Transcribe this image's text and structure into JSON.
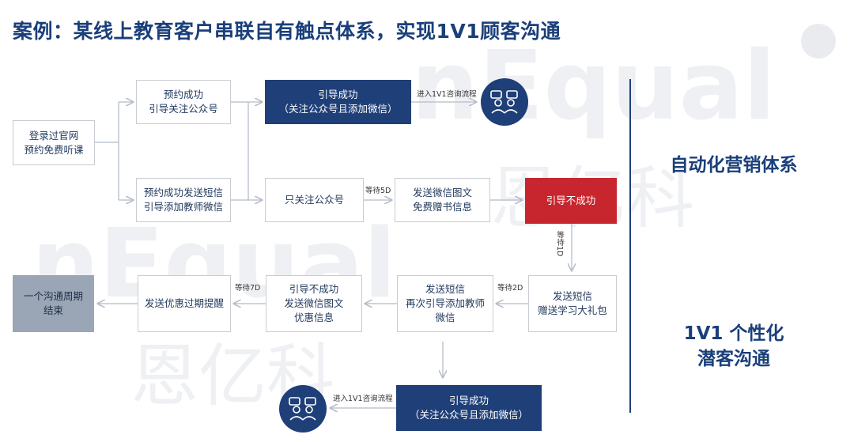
{
  "title": "案例：某线上教育客户串联自有触点体系，实现1V1顾客沟通",
  "watermark": {
    "logo_text": "nEqual",
    "cn_text": "恩亿科"
  },
  "nodes": {
    "login": "登录过官网\n预约免费听课",
    "book_follow": "预约成功\n引导关注公众号",
    "book_sms": "预约成功发送短信\n引导添加教师微信",
    "guide_ok_top": "引导成功\n（关注公众号且添加微信）",
    "only_follow": "只关注公众号",
    "wechat_img": "发送微信图文\n免费赠书信息",
    "guide_fail": "引导不成功",
    "sms_gift": "发送短信\n赠送学习大礼包",
    "sms_again": "发送短信\n再次引导添加教师\n微信",
    "fail_wechat": "引导不成功\n发送微信图文\n优惠信息",
    "expire": "发送优惠过期提醒",
    "cycle_end": "一个沟通周期\n结束",
    "guide_ok_bottom": "引导成功\n（关注公众号且添加微信）"
  },
  "edge_labels": {
    "enter_top": "进入1V1咨询流程",
    "wait5d": "等待5D",
    "wait1d": "等待1D",
    "wait2d": "等待2D",
    "wait7d": "等待7D",
    "enter_bottom": "进入1V1咨询流程"
  },
  "side": {
    "auto": "自动化营销体系",
    "personal": "1V1 个性化\n潜客沟通"
  },
  "colors": {
    "navy": "#1f3f78",
    "red": "#c8262e",
    "gray": "#9aa6b6",
    "line": "#b5bcc8"
  }
}
